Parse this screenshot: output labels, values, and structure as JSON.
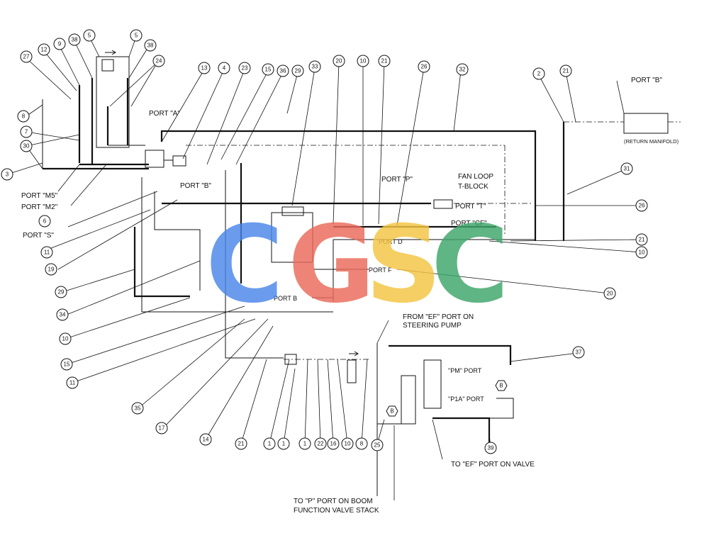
{
  "labels": {
    "port_a": "PORT \"A\"",
    "port_b_pump": "PORT \"B\"",
    "port_m5": "PORT \"M5\"",
    "port_m2": "PORT \"M2\"",
    "port_s": "PORT \"S\"",
    "port_p": "PORT \"P\"",
    "fan_loop_1": "FAN LOOP",
    "fan_loop_2": "T-BLOCK",
    "port_t": "PORT \"T\"",
    "port_cf": "PORT \"CF\"",
    "port_b_return": "PORT \"B\"",
    "return_manifold": "(RETURN MANIFOLD)",
    "port_d": "PORT D",
    "port_f": "PORT F",
    "port_b_motor": "PORT B",
    "from_ef_1": "FROM \"EF\" PORT ON",
    "from_ef_2": "STEERING PUMP",
    "port_pm": "\"PM\" PORT",
    "port_p1a": "\"P1A\" PORT",
    "to_ef": "TO \"EF\" PORT ON VALVE",
    "to_p_1": "TO \"P\" PORT ON BOOM",
    "to_p_2": "FUNCTION VALVE STACK",
    "hex_b": "B"
  },
  "watermark": {
    "letters": [
      "C",
      "G",
      "S",
      "C"
    ],
    "colors": [
      "#4a86e8",
      "#ea6a5a",
      "#f4c542",
      "#3da66a"
    ]
  },
  "callouts": {
    "n27": "27",
    "n12": "12",
    "n9": "9",
    "n38a": "38",
    "n5a": "5",
    "n5b": "5",
    "n38b": "38",
    "n24": "24",
    "n13": "13",
    "n4": "4",
    "n23": "23",
    "n15a": "15",
    "n36": "36",
    "n29a": "29",
    "n33": "33",
    "n20a": "20",
    "n10a": "10",
    "n21a": "21",
    "n26a": "26",
    "n32": "32",
    "n2": "2",
    "n21b": "21",
    "n8a": "8",
    "n7": "7",
    "n30": "30",
    "n3": "3",
    "n6": "6",
    "n11a": "11",
    "n19": "19",
    "n29b": "29",
    "n34": "34",
    "n10b": "10",
    "n15b": "15",
    "n11b": "11",
    "n35": "35",
    "n17": "17",
    "n14": "14",
    "n31": "31",
    "n26b": "26",
    "n21c": "21",
    "n10c": "10",
    "n20b": "20",
    "n37": "37",
    "n39": "39",
    "n21d": "21",
    "n1a": "1",
    "n1b": "1",
    "n1c": "1",
    "n22": "22",
    "n16": "16",
    "n10d": "10",
    "n8b": "8",
    "n25": "25"
  }
}
